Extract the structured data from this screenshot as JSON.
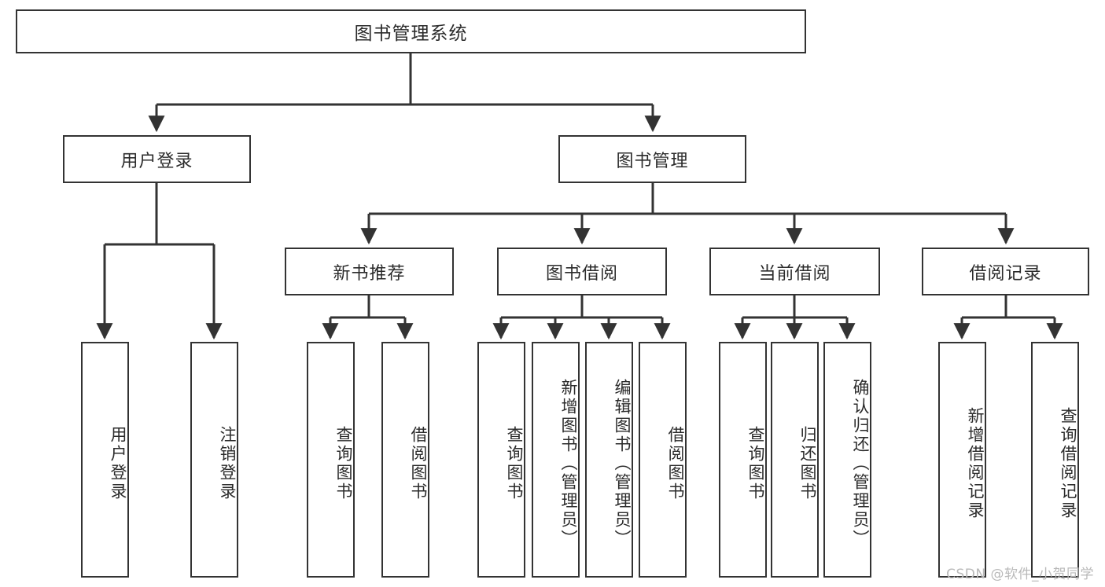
{
  "diagram": {
    "title": "图书管理系统",
    "type": "tree",
    "watermark": "CSDN @软件_小贺同学",
    "colors": {
      "box_border": "#333333",
      "box_fill": "#ffffff",
      "connector": "#333333",
      "text": "#2b2b2b",
      "watermark": "#b9b9b9"
    },
    "levels": {
      "root": {
        "label": "图书管理系统"
      },
      "level2": [
        {
          "label": "用户登录"
        },
        {
          "label": "图书管理"
        }
      ],
      "level3": [
        {
          "label": "新书推荐"
        },
        {
          "label": "图书借阅"
        },
        {
          "label": "当前借阅"
        },
        {
          "label": "借阅记录"
        }
      ],
      "leaves": {
        "user_login": [
          {
            "label": "用户登录"
          },
          {
            "label": "注销登录"
          }
        ],
        "new_book_rec": [
          {
            "label": "查询图书"
          },
          {
            "label": "借阅图书"
          }
        ],
        "book_borrow": [
          {
            "label": "查询图书"
          },
          {
            "label": "新增图书（管理员）"
          },
          {
            "label": "编辑图书（管理员）"
          },
          {
            "label": "借阅图书"
          }
        ],
        "current_borrow": [
          {
            "label": "查询图书"
          },
          {
            "label": "归还图书"
          },
          {
            "label": "确认归还（管理员）"
          }
        ],
        "borrow_record": [
          {
            "label": "新增借阅记录"
          },
          {
            "label": "查询借阅记录"
          }
        ]
      }
    }
  }
}
